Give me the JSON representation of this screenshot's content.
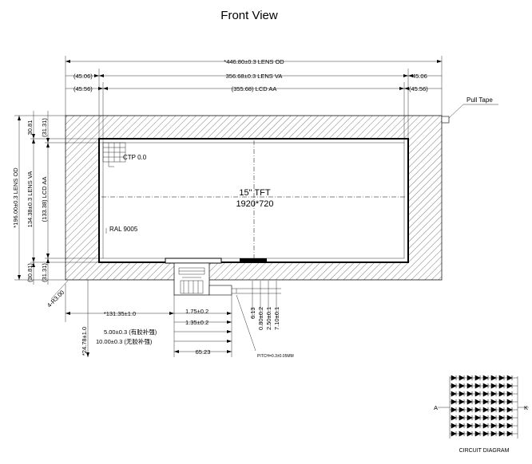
{
  "title": "Front View",
  "dimensions": {
    "lens_od_width": "*446.80±0.3 LENS OD",
    "lens_va_width": "356.68±0.3 LENS VA",
    "lcd_aa_width": "(355.68) LCD AA",
    "left_offset_va": "(45.06)",
    "right_offset_va": "45.06",
    "left_offset_aa": "(45.56)",
    "right_offset_aa": "(45.56)",
    "top_offset_va": "30.81",
    "top_offset_aa": "(31.31)",
    "lens_od_height": "*196.00±0.3 LENS OD",
    "lens_va_height": "134.38±0.3 LENS VA",
    "lcd_aa_height": "(133.38) LCD AA",
    "bottom_offset_va": "(30.81)",
    "bottom_offset_aa": "(31.31)",
    "corner_radius": "4-R3.00",
    "fpc_offset": "*131.35±1.0",
    "fpc_d1": "1.75±0.2",
    "fpc_d2": "1.35±0.2",
    "fpc_d3": "5.00±0.3 (有胶补强)",
    "fpc_d4": "10.00±0.3 (无胶补强)",
    "fpc_d5": "65.23",
    "fpc_length": "*24.78±1.0",
    "fpc_v1": "6.13",
    "fpc_v2": "0.80±0.2",
    "fpc_v3": "2.50±0.1",
    "fpc_v4": "7.10±0.1",
    "pitch_note": "PITCH=0.3±0.05MM"
  },
  "labels": {
    "pull_tape": "Pull Tape",
    "ctp": "CTP 0.0",
    "panel_line1": "15\" TFT",
    "panel_line2": "1920*720",
    "ral": "RAL 9005"
  },
  "circuit": {
    "caption": "CIRCUIT DIAGRAM",
    "left_terminal": "A",
    "right_terminal": "K"
  }
}
